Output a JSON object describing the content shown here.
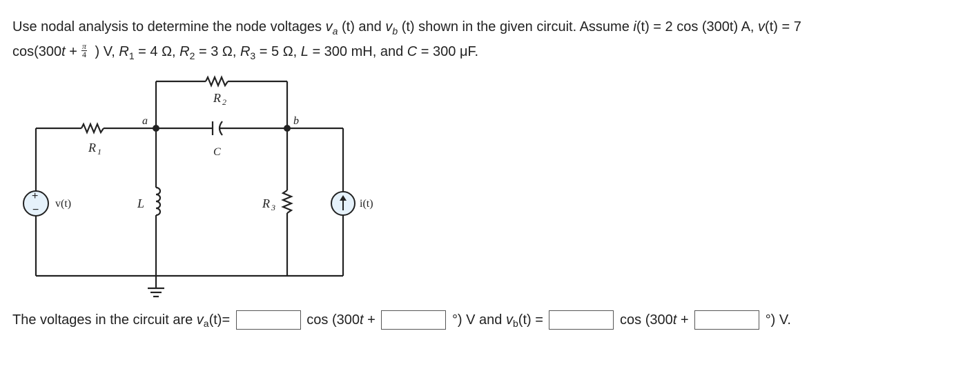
{
  "question": {
    "line1_a": "Use nodal analysis to determine the node voltages ",
    "va_sym": "v",
    "va_sub": "a",
    "va_t": " (t)",
    "and1": " and ",
    "vb_sym": "v",
    "vb_sub": "b",
    "vb_t": " (t)",
    "line1_b": " shown in the given circuit. Assume ",
    "i_sym": "i",
    "i_eq": "(t) = 2 cos (300t) A, ",
    "v_sym": "v",
    "v_eq": "(t) = 7",
    "line2_a": "cos(300",
    "t_sym": "t",
    "plus": " +",
    "frac_num": "π",
    "frac_den": "4",
    "line2_b": " ) V, ",
    "r1_sym": "R",
    "r1_sub": "1",
    "r1_val": " = 4 Ω, ",
    "r2_sym": "R",
    "r2_sub": "2",
    "r2_val": " = 3 Ω, ",
    "r3_sym": "R",
    "r3_sub": "3",
    "r3_val": " = 5 Ω, ",
    "l_sym": "L",
    "l_val": " = 300 mH, and ",
    "c_sym": "C",
    "c_val": " = 300 μF."
  },
  "circuit": {
    "node_a": "a",
    "node_b": "b",
    "r1_label": "R",
    "r1_sub": "1",
    "r2_label": "R",
    "r2_sub": "2",
    "r3_label": "R",
    "r3_sub": "3",
    "c_label": "C",
    "l_label": "L",
    "vsrc_label": "v(t)",
    "isrc_label": "i(t)",
    "plus_sign": "+",
    "minus_sign": "−"
  },
  "answer": {
    "prefix": "The voltages in the circuit are ",
    "va_label": "v",
    "va_sub": "a",
    "va_suffix": "(t)=",
    "cos1": "cos (300",
    "t1": "t",
    "plus1": " +",
    "deg1": "°) V and ",
    "vb_label": "v",
    "vb_sub": "b",
    "vb_suffix": "(t) =",
    "cos2": "cos (300",
    "t2": "t",
    "plus2": " +",
    "deg2": "°) V.",
    "va_mag_value": "",
    "va_phase_value": "",
    "vb_mag_value": "",
    "vb_phase_value": ""
  }
}
